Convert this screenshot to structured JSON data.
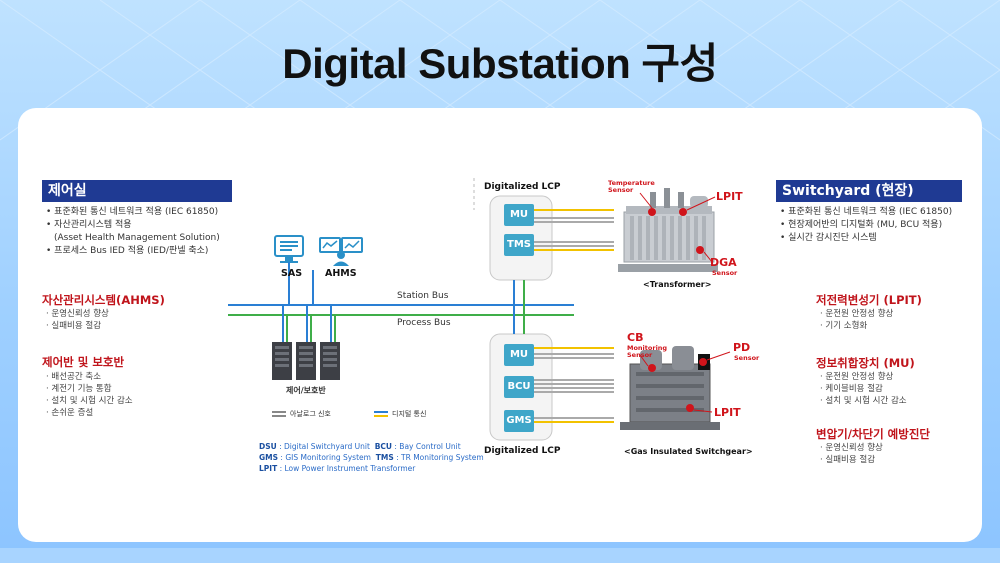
{
  "title": "Digital Substation 구성",
  "left": {
    "header": "제어실",
    "bullets": [
      "표준화된 통신 네트워크 적용 (IEC 61850)",
      "자산관리시스템 적용",
      "(Asset Health Management Solution)",
      "프로세스 Bus IED 적용 (IED/판넬 축소)"
    ],
    "sections": [
      {
        "title": "자산관리시스템(AHMS)",
        "items": [
          "운영신뢰성 향상",
          "실패비용 절감"
        ]
      },
      {
        "title": "제어반 및 보호반",
        "items": [
          "배선공간 축소",
          "계전기 기능 통합",
          "설치 및 시험 시간 감소",
          "손쉬운 증설"
        ]
      }
    ]
  },
  "right": {
    "header": "Switchyard (현장)",
    "bullets": [
      "표준화된 통신 네트워크 적용 (IEC 61850)",
      "현장제어반의 디지털화 (MU, BCU 적용)",
      "실시간 감시진단 시스템"
    ],
    "sections": [
      {
        "title": "저전력변성기 (LPIT)",
        "items": [
          "운전원 안정성 향상",
          "기기 소형화"
        ]
      },
      {
        "title": "정보취합장치 (MU)",
        "items": [
          "운전원 안정성 향상",
          "케이블비용 절감",
          "설치 및 시험 시간 감소"
        ]
      },
      {
        "title": "변압기/차단기 예방진단",
        "items": [
          "운영신뢰성 향상",
          "실패비용 절감"
        ]
      }
    ]
  },
  "diagram": {
    "sas": "SAS",
    "ahms": "AHMS",
    "station_bus": "Station Bus",
    "process_bus": "Process Bus",
    "panel_label": "제어/보호반",
    "legend_analog": "아날로그 신호",
    "legend_digital": "디지털 통신",
    "lcp_top_label": "Digitalized LCP",
    "lcp_bottom_label": "Digitalized LCP",
    "units_top": [
      "MU",
      "TMS"
    ],
    "units_bottom": [
      "MU",
      "BCU",
      "GMS"
    ],
    "transformer_label": "<Transformer>",
    "gis_label": "<Gas Insulated Switchgear>",
    "temp_sensor": [
      "Temperature",
      "Sensor"
    ],
    "lpit": "LPIT",
    "dga": "DGA",
    "dga_sensor": "Sensor",
    "cb": "CB",
    "cb_sensor": [
      "Monitoring",
      "Sensor"
    ],
    "pd": "PD",
    "pd_sensor": "Sensor",
    "lpit_bottom": "LPIT",
    "abbr": [
      {
        "key": "DSU",
        "text": " : Digital Switchyard Unit"
      },
      {
        "key": "BCU",
        "text": " : Bay Control Unit"
      },
      {
        "key": "GMS",
        "text": " : GIS Monitoring System"
      },
      {
        "key": "TMS",
        "text": " : TR Monitoring System"
      },
      {
        "key": "LPIT",
        "text": " : Low Power Instrument Transformer"
      }
    ]
  },
  "colors": {
    "header": "#1f3a93",
    "red": "#c0141b",
    "station_bus": "#2a7fd4",
    "process_bus": "#3fae49",
    "digital": "#f2c200",
    "unit": "#3fa6c9"
  }
}
